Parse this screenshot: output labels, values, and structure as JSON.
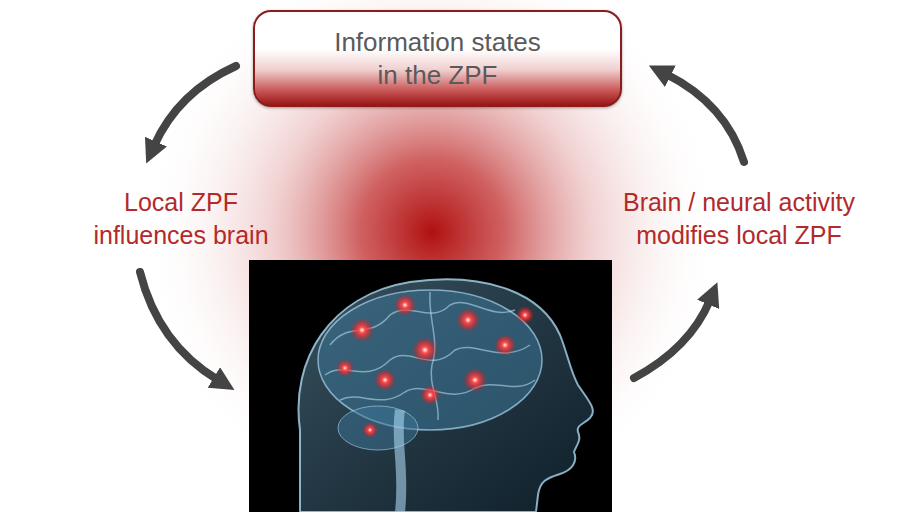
{
  "diagram": {
    "nodes": [
      {
        "text": [
          "Information states in the ZPF"
        ]
      }
    ],
    "labels": [
      "Local ZPF influences brain",
      "Brain / neural activity modifies local ZPF"
    ]
  }
}
